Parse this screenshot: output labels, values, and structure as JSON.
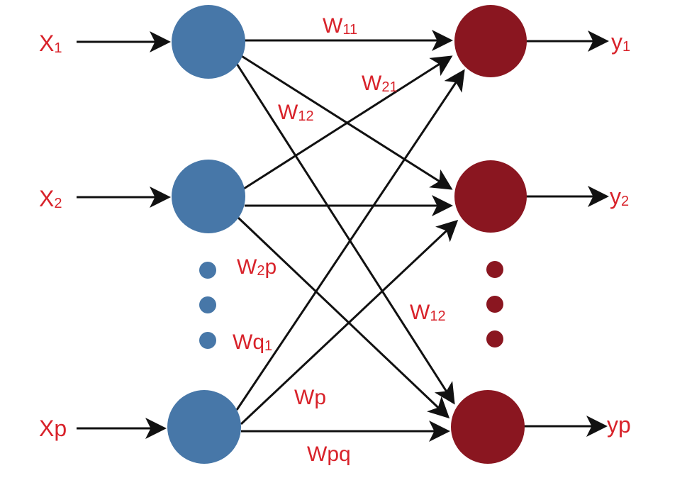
{
  "colors": {
    "input_node": "#4777A8",
    "output_node": "#8A1620",
    "label": "#D8222A",
    "edge": "#111111"
  },
  "inputs": [
    {
      "base": "X",
      "sub": "1"
    },
    {
      "base": "X",
      "sub": "2"
    },
    {
      "base": "Xp",
      "sub": ""
    }
  ],
  "outputs": [
    {
      "base": "y",
      "sub": "1"
    },
    {
      "base": "y",
      "sub": "2"
    },
    {
      "base": "yp",
      "sub": ""
    }
  ],
  "weights": {
    "w11": {
      "base": "W",
      "sub": "11"
    },
    "w21": {
      "base": "W",
      "sub": "21"
    },
    "w12_top": {
      "base": "W",
      "sub": "12"
    },
    "w2p": {
      "base": "W",
      "sub": "2",
      "tail": "p"
    },
    "wq1": {
      "base": "Wq",
      "sub": "1"
    },
    "w12_bottom": {
      "base": "W",
      "sub": "12"
    },
    "wp": {
      "base": "Wp",
      "sub": ""
    },
    "wpq": {
      "base": "Wpq",
      "sub": ""
    }
  }
}
